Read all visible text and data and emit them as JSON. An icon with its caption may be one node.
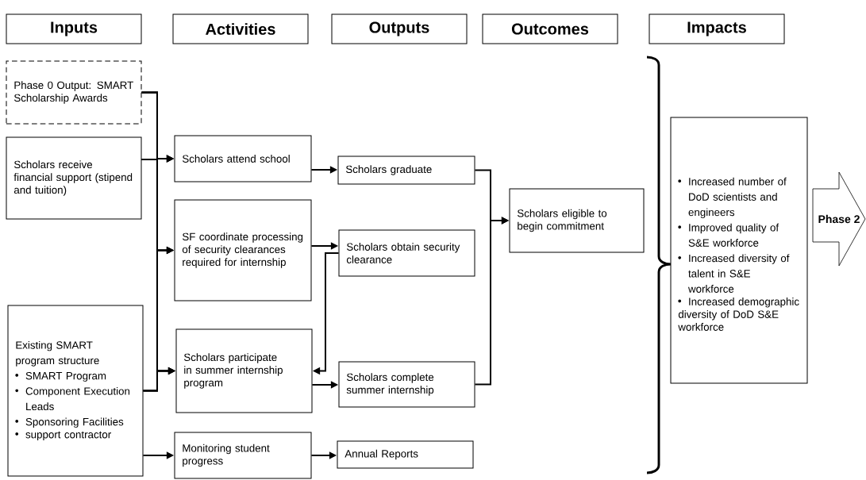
{
  "diagram": {
    "nodes": [
      {
        "text": [
          "Inputs"
        ]
      },
      {
        "text": [
          "Activities"
        ]
      },
      {
        "text": [
          "Outputs"
        ]
      },
      {
        "text": [
          "Outcomes"
        ]
      },
      {
        "text": [
          "Impacts"
        ]
      },
      {
        "text": [
          "Phase 0 Output: SMART Scholarship Awards"
        ]
      },
      {
        "text": [
          "Scholars receive financial support (stipend and tuition)"
        ]
      },
      {
        "text": [
          "Existing SMART program structure",
          "SMART Program",
          "Component Execution Leads",
          "Sponsoring Facilities",
          "support contractor"
        ]
      },
      {
        "text": [
          "Scholars attend school"
        ]
      },
      {
        "text": [
          "SF coordinate processing of security clearances required for internship"
        ]
      },
      {
        "text": [
          "Scholars participate in summer internship program"
        ]
      },
      {
        "text": [
          "Monitoring student progress"
        ]
      },
      {
        "text": [
          "Scholars graduate"
        ]
      },
      {
        "text": [
          "Scholars obtain security clearance"
        ]
      },
      {
        "text": [
          "Scholars complete summer internship"
        ]
      },
      {
        "text": [
          "Annual Reports"
        ]
      },
      {
        "text": [
          "Scholars eligible to begin commitment"
        ]
      },
      {
        "text": [
          "Increased number of DoD scientists and engineers",
          "Improved quality of S&E workforce",
          "Increased diversity of talent in S&E workforce",
          "Increased demographic diversity of DoD S&E workforce"
        ]
      },
      {
        "text": [
          "Phase 2"
        ]
      }
    ],
    "edges": [
      {
        "from": 5,
        "to": 8,
        "arrow": "to"
      },
      {
        "from": 5,
        "to": 9,
        "arrow": "to"
      },
      {
        "from": 5,
        "to": 10,
        "arrow": "to"
      },
      {
        "from": 6,
        "to": 8,
        "arrow": "to"
      },
      {
        "from": 6,
        "to": 9,
        "arrow": "to"
      },
      {
        "from": 6,
        "to": 10,
        "arrow": "to"
      },
      {
        "from": 7,
        "to": 8,
        "arrow": "to"
      },
      {
        "from": 7,
        "to": 9,
        "arrow": "to"
      },
      {
        "from": 7,
        "to": 10,
        "arrow": "to"
      },
      {
        "from": 7,
        "to": 11,
        "arrow": "to"
      },
      {
        "from": 8,
        "to": 12,
        "arrow": "to"
      },
      {
        "from": 9,
        "to": 13,
        "arrow": "to"
      },
      {
        "from": 10,
        "to": 14,
        "arrow": "to"
      },
      {
        "from": 13,
        "to": 10,
        "arrow": "to"
      },
      {
        "from": 11,
        "to": 15,
        "arrow": "to"
      },
      {
        "from": 12,
        "to": 16,
        "arrow": "to"
      },
      {
        "from": 14,
        "to": 16,
        "arrow": "to"
      }
    ]
  }
}
